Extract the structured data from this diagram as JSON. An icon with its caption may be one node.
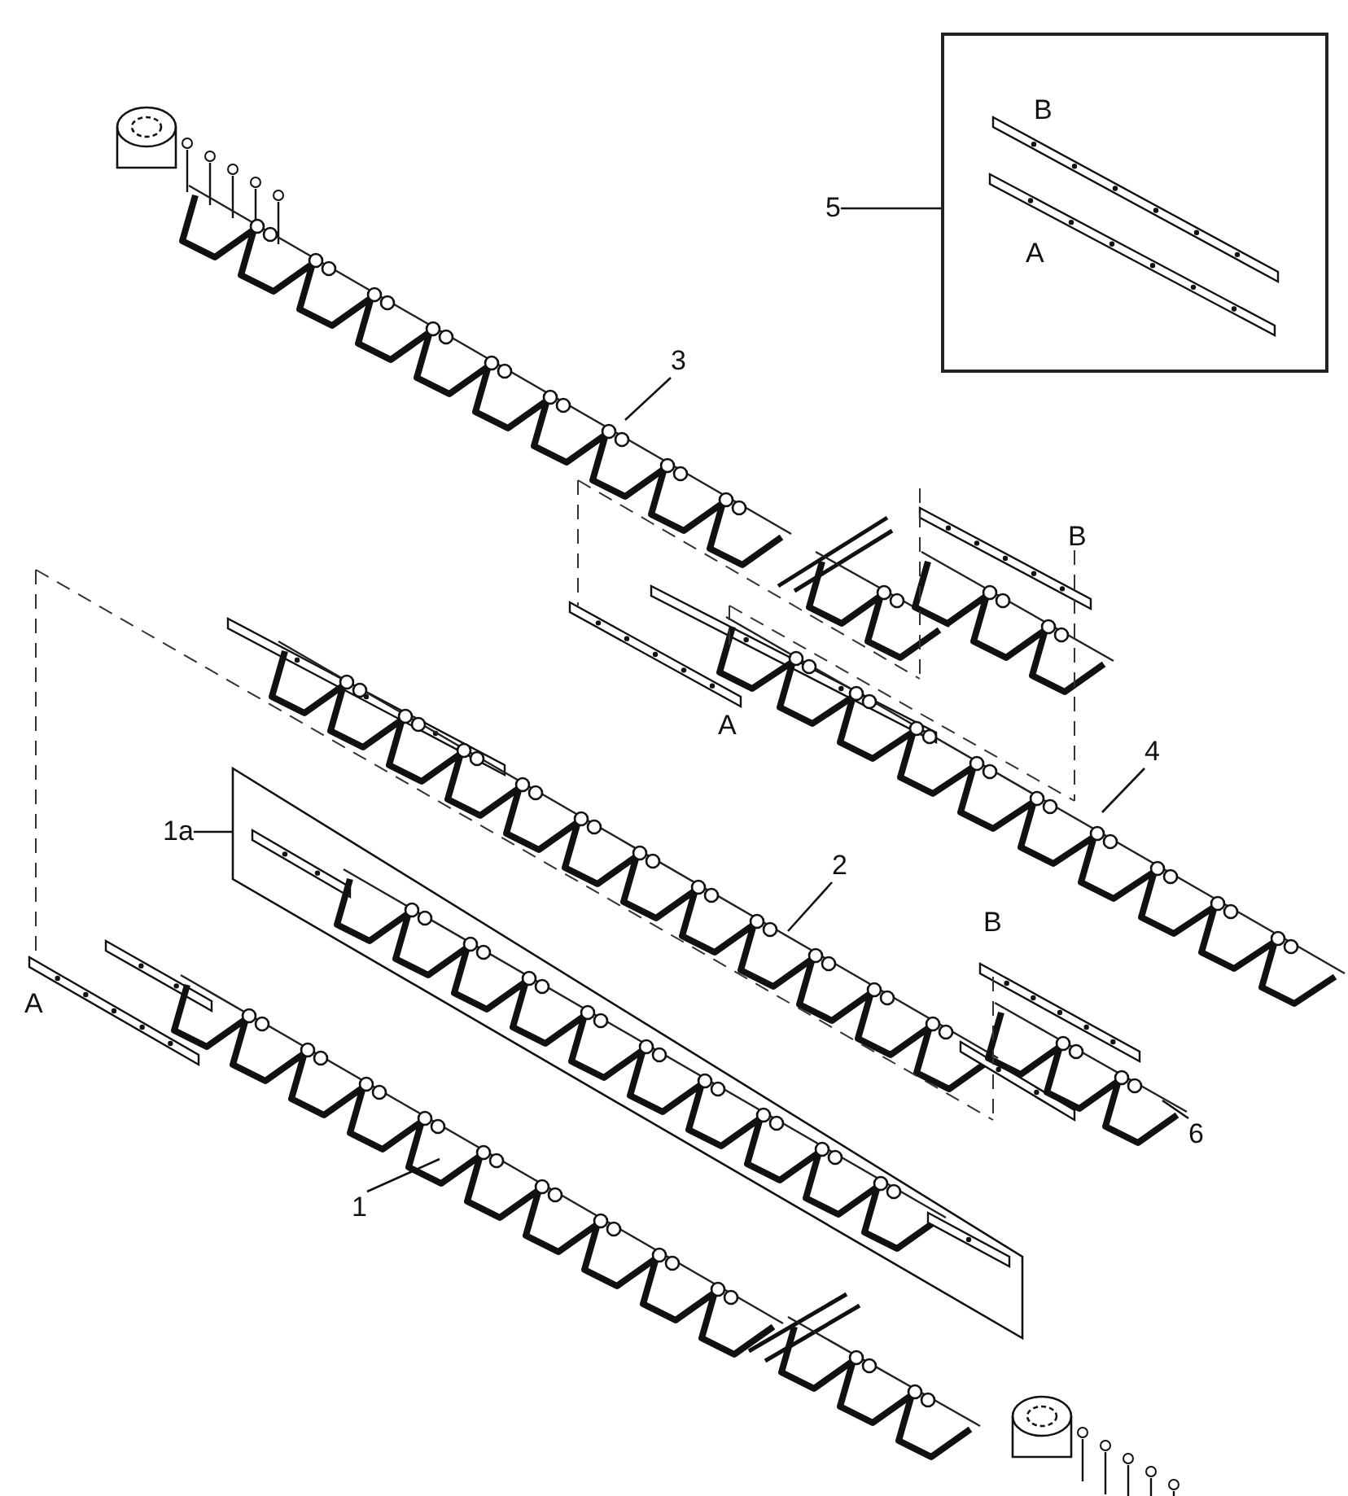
{
  "diagram": {
    "nodes": [
      {
        "text": [],
        "shape": "box"
      },
      {
        "text": [
          "5"
        ]
      },
      {
        "text": [
          "3"
        ]
      },
      {
        "text": [
          "4"
        ]
      },
      {
        "text": [
          "1a"
        ]
      },
      {
        "text": [
          "2"
        ]
      },
      {
        "text": [
          "6"
        ]
      },
      {
        "text": [
          "1"
        ]
      }
    ],
    "edges": [
      {
        "from": 1,
        "to": 0,
        "arrow": "none"
      },
      {
        "from": 2,
        "to": null,
        "arrow": "none"
      },
      {
        "from": 3,
        "to": null,
        "arrow": "none"
      },
      {
        "from": 4,
        "to": null,
        "arrow": "none"
      },
      {
        "from": 5,
        "to": null,
        "arrow": "none"
      },
      {
        "from": 6,
        "to": null,
        "arrow": "none"
      },
      {
        "from": 7,
        "to": null,
        "arrow": "none"
      }
    ],
    "labels": [
      "B",
      "A",
      "B",
      "A",
      "B",
      "A"
    ]
  }
}
